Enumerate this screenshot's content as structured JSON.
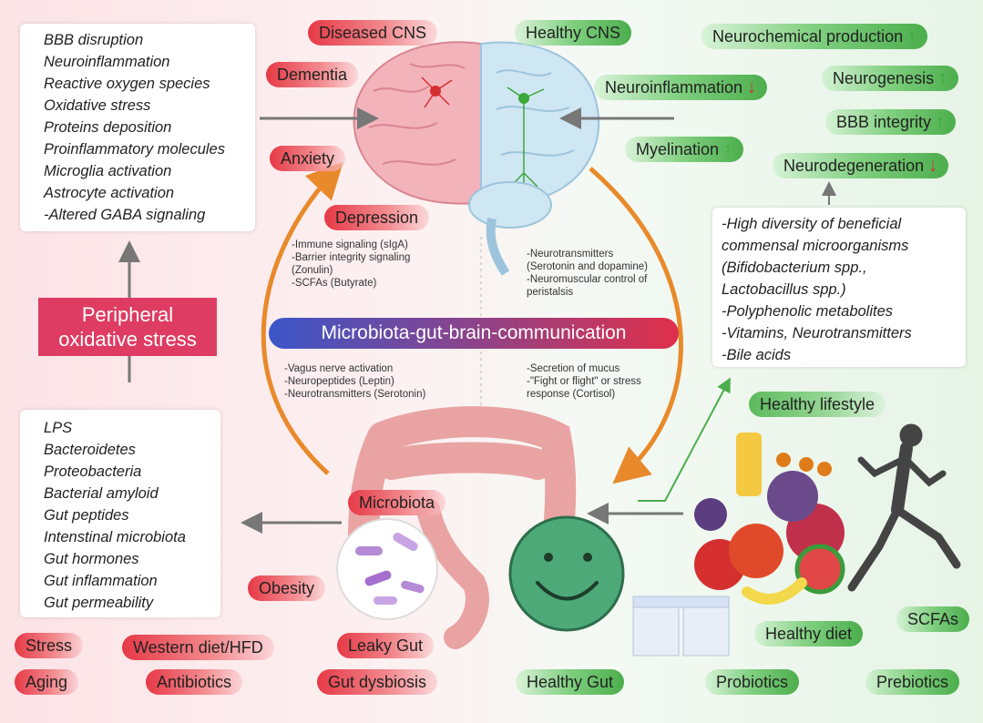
{
  "left_top_box": {
    "items": [
      "BBB disruption",
      "Neuroinflammation",
      "Reactive oxygen species",
      "Oxidative stress",
      "Proteins deposition",
      "Proinflammatory molecules",
      "Microglia activation",
      "Astrocyte activation",
      "-Altered GABA signaling"
    ]
  },
  "left_bottom_box": {
    "items": [
      "LPS",
      "Bacteroidetes",
      "Proteobacteria",
      "Bacterial amyloid",
      "Gut peptides",
      "Intenstinal microbiota",
      "Gut hormones",
      "Gut inflammation",
      "Gut permeability"
    ]
  },
  "peripheral": {
    "line1": "Peripheral",
    "line2": "oxidative stress"
  },
  "disease_labels": {
    "diseased_cns": "Diseased CNS",
    "dementia": "Dementia",
    "anxiety": "Anxiety",
    "depression": "Depression",
    "microbiota": "Microbiota",
    "obesity": "Obesity",
    "leaky_gut": "Leaky Gut",
    "gut_dysbiosis": "Gut dysbiosis",
    "stress": "Stress",
    "western_diet": "Western diet/HFD",
    "aging": "Aging",
    "antibiotics": "Antibiotics"
  },
  "healthy_labels": {
    "healthy_cns": "Healthy CNS",
    "neurochemical": "Neurochemical production",
    "neuroinflammation": "Neuroinflammation",
    "neurogenesis": "Neurogenesis",
    "bbb_integrity": "BBB integrity",
    "myelination": "Myelination",
    "neurodegeneration": "Neurodegeneration",
    "healthy_lifestyle": "Healthy lifestyle",
    "healthy_diet": "Healthy diet",
    "scfas": "SCFAs",
    "healthy_gut": "Healthy Gut",
    "probiotics": "Probiotics",
    "prebiotics": "Prebiotics"
  },
  "right_box": {
    "items": [
      "-High diversity of beneficial",
      "commensal  microorganisms",
      "(Bifidobacterium spp.,",
      "Lactobacillus spp.)",
      "-Polyphenolic metabolites",
      "-Vitamins, Neurotransmitters",
      "-Bile acids"
    ]
  },
  "center_title": "Microbiota-gut-brain-communication",
  "mechanisms": {
    "top_left": [
      "-Immune signaling (sIgA)",
      "-Barrier integrity signaling",
      "(Zonulin)",
      "-SCFAs (Butyrate)"
    ],
    "top_right": [
      "-Neurotransmitters",
      "(Serotonin and dopamine)",
      "-Neuromuscular control of",
      "peristalsis"
    ],
    "bottom_left": [
      "-Vagus nerve activation",
      "-Neuropeptides (Leptin)",
      "-Neurotransmitters (Serotonin)"
    ],
    "bottom_right": [
      "-Secretion of mucus",
      "-\"Fight or flight\" or stress",
      "response (Cortisol)"
    ]
  },
  "colors": {
    "red": "#e63946",
    "green": "#4cae4c",
    "orange": "#e88a2b",
    "banner_left": "#3a56c9",
    "banner_right": "#e0304a"
  }
}
